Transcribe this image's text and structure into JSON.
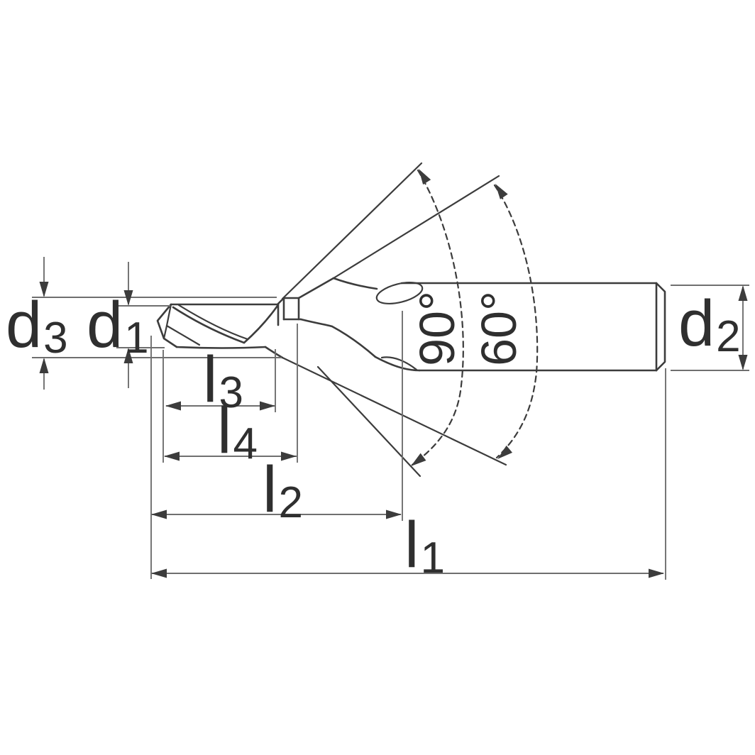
{
  "figure": {
    "type": "technical-drawing",
    "subject": "center-drill-with-countersink",
    "labels": {
      "d3": {
        "base": "d",
        "sub": "3"
      },
      "d1": {
        "base": "d",
        "sub": "1"
      },
      "d2": {
        "base": "d",
        "sub": "2"
      },
      "l3": {
        "base": "l",
        "sub": "3"
      },
      "l4": {
        "base": "l",
        "sub": "4"
      },
      "l2": {
        "base": "l",
        "sub": "2"
      },
      "l1": {
        "base": "l",
        "sub": "1"
      },
      "angle_90": "90°",
      "angle_60": "60°"
    },
    "colors": {
      "background": "#ffffff",
      "outline": "#3c3c3c",
      "dimension": "#6f6f6f",
      "text": "#2f2f2f"
    }
  }
}
